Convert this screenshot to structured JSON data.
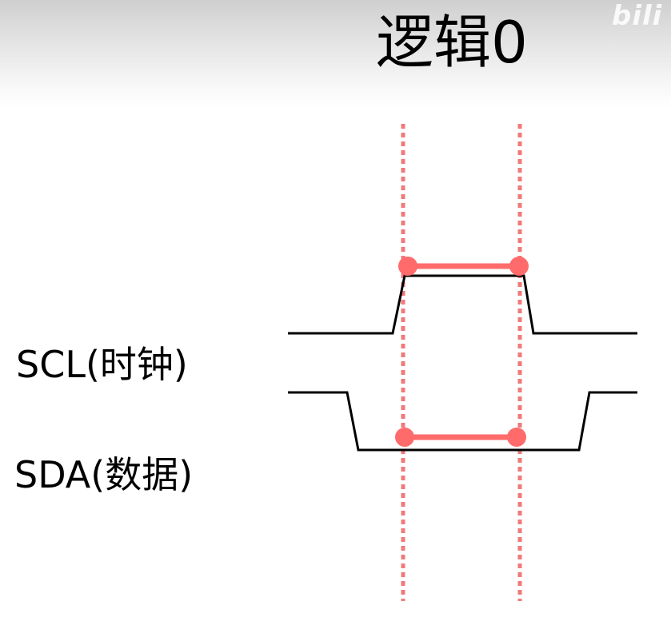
{
  "title": "逻辑0",
  "watermark": "bili",
  "signals": {
    "scl_label": "SCL(时钟)",
    "sda_label": "SDA(数据)"
  },
  "colors": {
    "waveform": "#000000",
    "highlight": "#ff6b6b",
    "guide": "#f07a7a"
  }
}
